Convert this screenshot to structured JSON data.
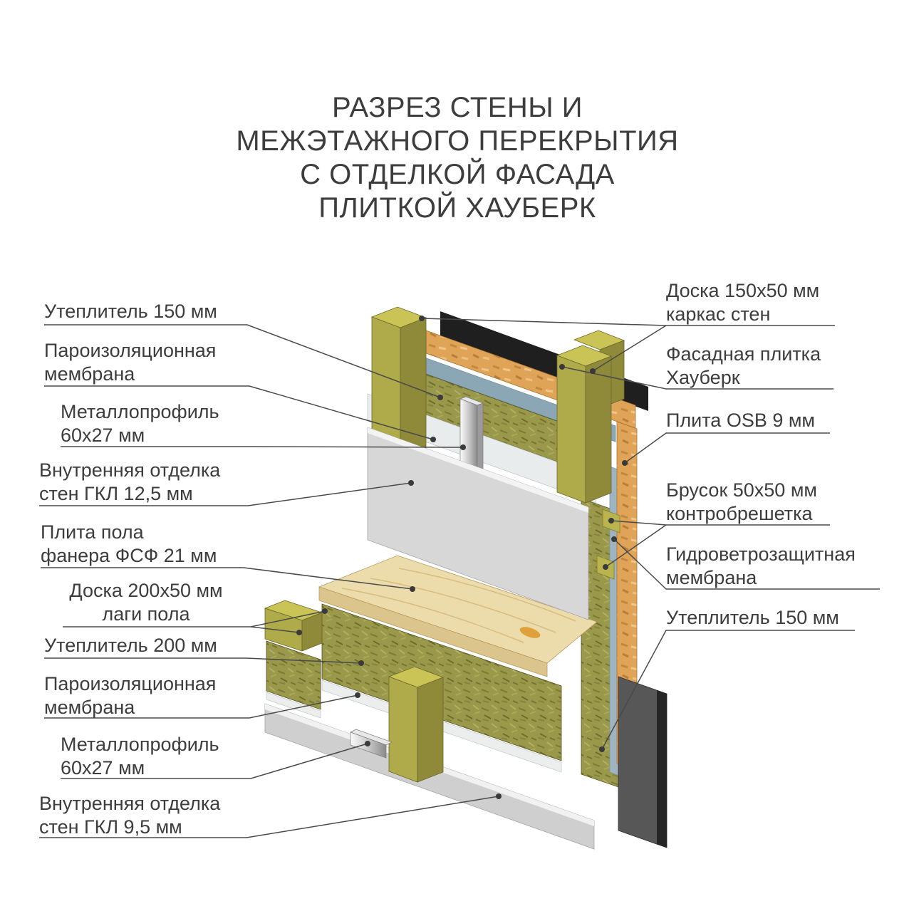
{
  "title": "РАЗРЕЗ СТЕНЫ И\nМЕЖЭТАЖНОГО ПЕРЕКРЫТИЯ\nС ОТДЕЛКОЙ ФАСАДА\nПЛИТКОЙ ХАУБЕРК",
  "labels": {
    "left": [
      {
        "text": "Утеплитель 150 мм"
      },
      {
        "text": "Пароизоляционная\nмембрана"
      },
      {
        "text": "Металлопрофиль\n60х27 мм"
      },
      {
        "text": "Внутренняя отделка\nстен ГКЛ 12,5 мм"
      },
      {
        "text": "Плита пола\nфанера ФСФ 21 мм"
      },
      {
        "text": "Доска 200х50 мм\nлаги пола"
      },
      {
        "text": "Утеплитель 200 мм"
      },
      {
        "text": "Пароизоляционная\nмембрана"
      },
      {
        "text": "Металлопрофиль\n60х27 мм"
      },
      {
        "text": "Внутренняя отделка\nстен ГКЛ 9,5 мм"
      }
    ],
    "right": [
      {
        "text": "Доска 150х50 мм\nкаркас стен"
      },
      {
        "text": "Фасадная плитка\nХауберк"
      },
      {
        "text": "Плита OSB 9 мм"
      },
      {
        "text": "Брусок 50х50 мм\nконтробрешетка"
      },
      {
        "text": "Гидроветрозащитная\nмембрана"
      },
      {
        "text": "Утеплитель 150 мм"
      }
    ]
  },
  "colors": {
    "wood_stud": "#b0ab4a",
    "insulation": "#9a984a",
    "osb": "#e0a458",
    "facade_tile": "#1f1f1f",
    "drywall": "#d7d7d7",
    "plywood": "#ecdcab",
    "hydro_membrane": "#8ba7b5",
    "vapor_membrane": "#eceeee",
    "metal_profile": "#c9c9c9",
    "leader_line": "#4a4a4a"
  }
}
